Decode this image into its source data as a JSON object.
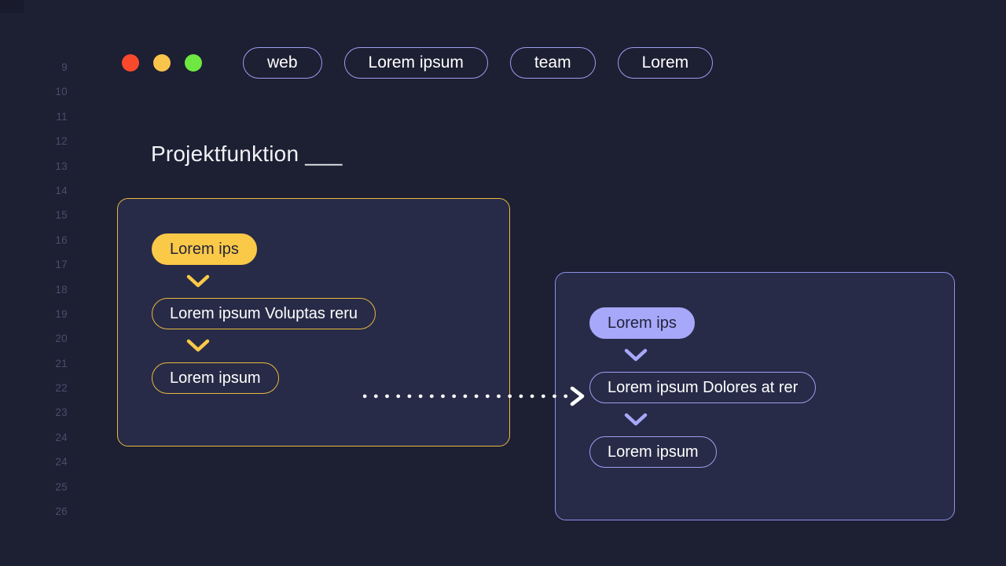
{
  "theme": {
    "page_background": "#1d1f33",
    "card_background": "#282b47",
    "amber_accent": "#fbc948",
    "amber_border": "#e8b93f",
    "violet_accent": "#a7a8fa",
    "violet_border": "#9d9ef0",
    "text_primary": "#ffffff",
    "gutter_text": "#4a4e6b"
  },
  "gutter": {
    "line_numbers": [
      "9",
      "10",
      "11",
      "12",
      "13",
      "14",
      "15",
      "16",
      "17",
      "18",
      "19",
      "20",
      "21",
      "22",
      "23",
      "24",
      "24",
      "25",
      "26"
    ]
  },
  "topbar": {
    "window_dots": [
      {
        "name": "close",
        "color": "#f9492c"
      },
      {
        "name": "minimize",
        "color": "#f9c44b"
      },
      {
        "name": "maximize",
        "color": "#6ee841"
      }
    ],
    "pills": [
      {
        "label": "web"
      },
      {
        "label": "Lorem ipsum"
      },
      {
        "label": "team"
      },
      {
        "label": "Lorem"
      }
    ]
  },
  "heading": {
    "title": "Projektfunktion ___"
  },
  "cards": [
    {
      "id": "amber-card",
      "accent": "amber",
      "nodes": [
        {
          "label": "Lorem ips",
          "style": "solid"
        },
        {
          "label": "Lorem ipsum Voluptas reru",
          "style": "outline"
        },
        {
          "label": "Lorem ipsum",
          "style": "outline"
        }
      ]
    },
    {
      "id": "violet-card",
      "accent": "violet",
      "nodes": [
        {
          "label": "Lorem ips",
          "style": "solid"
        },
        {
          "label": "Lorem ipsum Dolores at rer",
          "style": "outline"
        },
        {
          "label": "Lorem ipsum",
          "style": "outline"
        }
      ]
    }
  ],
  "connector": {
    "name": "dotted-arrow",
    "style": "dotted",
    "color": "#ffffff",
    "direction": "left-to-right"
  }
}
